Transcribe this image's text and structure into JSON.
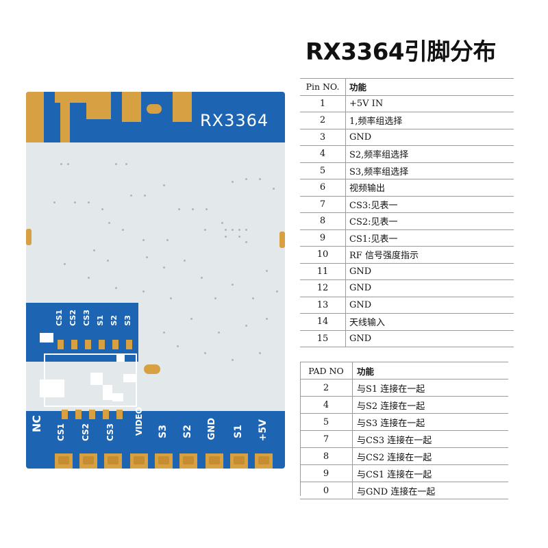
{
  "title": "RX3364引脚分布",
  "module": {
    "label": "RX3364",
    "colors": {
      "board": "#1d65b3",
      "gold": "#d7a043",
      "shield": "#e3e8ea"
    },
    "jumper_labels": [
      "CS1",
      "CS2",
      "CS3",
      "S1",
      "S2",
      "S3"
    ],
    "bottom_labels": [
      "NC",
      "CS1",
      "CS2",
      "CS3",
      "VIDEO",
      "S3",
      "S2",
      "GND",
      "S1",
      "+5V"
    ]
  },
  "pin_table": {
    "header": {
      "no": "Pin NO.",
      "fn": "功能"
    },
    "rows": [
      {
        "no": "1",
        "fn": "+5V IN"
      },
      {
        "no": "2",
        "fn": "1,频率组选择"
      },
      {
        "no": "3",
        "fn": "GND"
      },
      {
        "no": "4",
        "fn": "S2,频率组选择"
      },
      {
        "no": "5",
        "fn": "S3,频率组选择"
      },
      {
        "no": "6",
        "fn": "视频输出"
      },
      {
        "no": "7",
        "fn": "CS3:见表一"
      },
      {
        "no": "8",
        "fn": "CS2:见表一"
      },
      {
        "no": "9",
        "fn": "CS1:见表一"
      },
      {
        "no": "10",
        "fn": "RF 信号强度指示"
      },
      {
        "no": "11",
        "fn": "GND"
      },
      {
        "no": "12",
        "fn": "GND"
      },
      {
        "no": "13",
        "fn": "GND"
      },
      {
        "no": "14",
        "fn": "天线输入"
      },
      {
        "no": "15",
        "fn": "GND"
      }
    ]
  },
  "pad_table": {
    "header": {
      "no": "PAD NO",
      "fn": "功能"
    },
    "rows": [
      {
        "no": "2",
        "fn": "与S1 连接在一起"
      },
      {
        "no": "4",
        "fn": "与S2 连接在一起"
      },
      {
        "no": "5",
        "fn": "与S3 连接在一起"
      },
      {
        "no": "7",
        "fn": "与CS3 连接在一起"
      },
      {
        "no": "8",
        "fn": "与CS2 连接在一起"
      },
      {
        "no": "9",
        "fn": "与CS1 连接在一起"
      },
      {
        "no": "0",
        "fn": "与GND 连接在一起"
      }
    ]
  }
}
